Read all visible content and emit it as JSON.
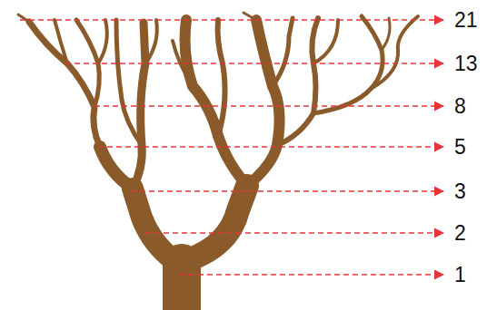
{
  "diagram": {
    "labels": [
      "21",
      "13",
      "8",
      "5",
      "3",
      "2",
      "1"
    ]
  }
}
